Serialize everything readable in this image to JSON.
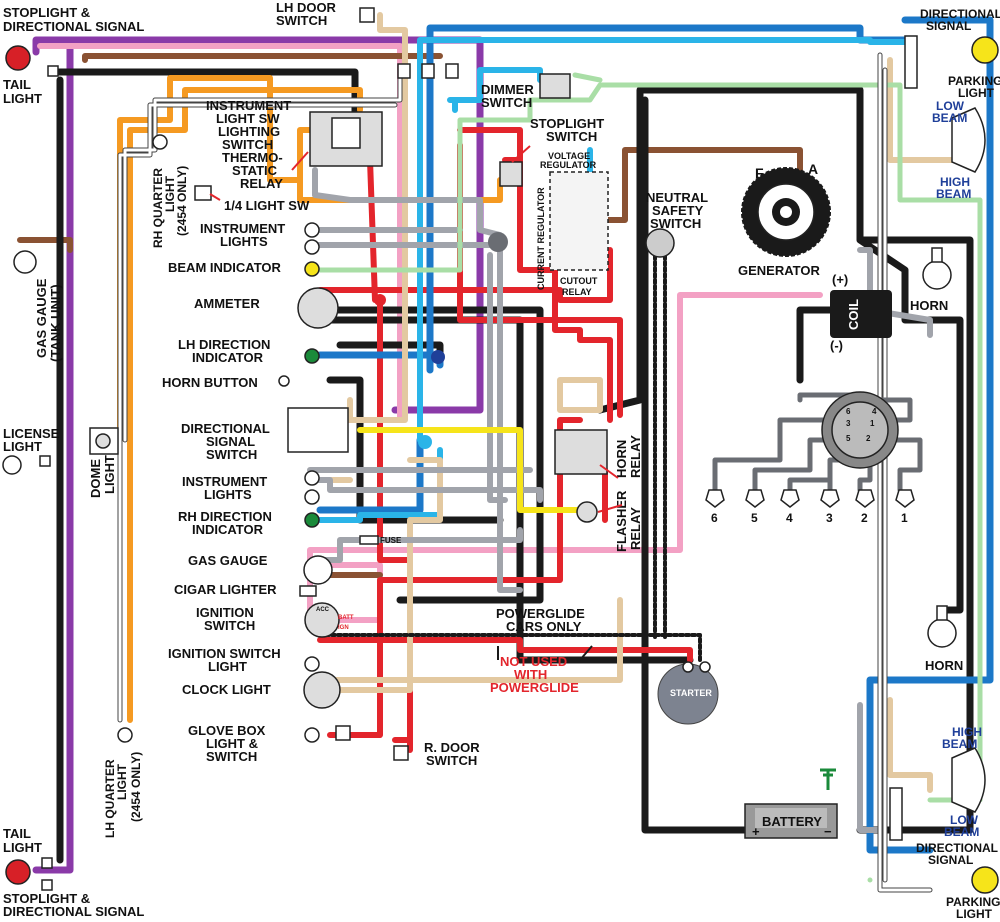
{
  "labels": {
    "stoplight_dir_top_left": [
      "STOPLIGHT &",
      "DIRECTIONAL SIGNAL"
    ],
    "tail_light_top": [
      "TAIL",
      "LIGHT"
    ],
    "lh_door_switch": [
      "LH DOOR",
      "SWITCH"
    ],
    "directional_signal_top_right": [
      "DIRECTIONAL",
      "SIGNAL"
    ],
    "parking_light_top": [
      "PARKING",
      "LIGHT"
    ],
    "low_beam_top": [
      "LOW",
      "BEAM"
    ],
    "high_beam_top": [
      "HIGH",
      "BEAM"
    ],
    "instrument_light_sw": "INSTRUMENT",
    "light_sw": "LIGHT SW",
    "lighting": "LIGHTING",
    "switch": "SWITCH",
    "thermo": "THERMO-",
    "static": "STATIC",
    "relay": "RELAY",
    "quarter_light_sw": "1/4 LIGHT SW",
    "rh_quarter_light": [
      "RH QUARTER",
      "LIGHT",
      "(2454 ONLY)"
    ],
    "dimmer_switch": [
      "DIMMER",
      "SWITCH"
    ],
    "stoplight_switch": [
      "STOPLIGHT",
      "SWITCH"
    ],
    "voltage_regulator": [
      "VOLTAGE",
      "REGULATOR"
    ],
    "current_regulator": "CURRENT REGULATOR",
    "cutout_relay": [
      "CUTOUT",
      "RELAY"
    ],
    "neutral_safety_switch": [
      "NEUTRAL",
      "SAFETY",
      "SWITCH"
    ],
    "generator": "GENERATOR",
    "gen_f": "F",
    "gen_a": "A",
    "horn_top": "HORN",
    "coil": "COIL",
    "coil_plus": "(+)",
    "coil_minus": "(-)",
    "gas_gauge_tank": [
      "GAS GAUGE",
      "(TANK UNIT)"
    ],
    "instrument_lights_1": [
      "INSTRUMENT",
      "LIGHTS"
    ],
    "beam_indicator": "BEAM INDICATOR",
    "ammeter": "AMMETER",
    "lh_direction_indicator": [
      "LH DIRECTION",
      "INDICATOR"
    ],
    "horn_button": "HORN BUTTON",
    "directional_signal_switch": [
      "DIRECTIONAL",
      "SIGNAL",
      "SWITCH"
    ],
    "instrument_lights_2": [
      "INSTRUMENT",
      "LIGHTS"
    ],
    "rh_direction_indicator": [
      "RH DIRECTION",
      "INDICATOR"
    ],
    "fuse": "FUSE",
    "gas_gauge": "GAS GAUGE",
    "cigar_lighter": "CIGAR LIGHTER",
    "ignition_switch": [
      "IGNITION",
      "SWITCH"
    ],
    "ign_acc": "ACC",
    "ign_batt": "BATT",
    "ign_ign": "IGN",
    "ignition_switch_light": [
      "IGNITION SWITCH",
      "LIGHT"
    ],
    "clock_light": "CLOCK LIGHT",
    "glove_box": [
      "GLOVE BOX",
      "LIGHT &",
      "SWITCH"
    ],
    "license_light": [
      "LICENSE",
      "LIGHT"
    ],
    "dome_light": [
      "DOME",
      "LIGHT"
    ],
    "lh_quarter_light": [
      "LH QUARTER",
      "LIGHT",
      "(2454 ONLY)"
    ],
    "tail_light_bottom": [
      "TAIL",
      "LIGHT"
    ],
    "stoplight_dir_bottom_left": [
      "STOPLIGHT &",
      "DIRECTIONAL SIGNAL"
    ],
    "r_door_switch": [
      "R. DOOR",
      "SWITCH"
    ],
    "horn_relay": [
      "HORN",
      "RELAY"
    ],
    "flasher_relay": [
      "FLASHER",
      "RELAY"
    ],
    "powerglide_cars_only": [
      "POWERGLIDE",
      "CARS ONLY"
    ],
    "not_used_with_powerglide": [
      "NOT USED",
      "WITH",
      "POWERGLIDE"
    ],
    "starter": "STARTER",
    "battery": "BATTERY",
    "batt_plus": "+",
    "batt_minus": "−",
    "horn_bottom": "HORN",
    "high_beam_bottom": [
      "HIGH",
      "BEAM"
    ],
    "low_beam_bottom": [
      "LOW",
      "BEAM"
    ],
    "directional_signal_bottom_right": [
      "DIRECTIONAL",
      "SIGNAL"
    ],
    "parking_light_bottom": [
      "PARKING",
      "LIGHT"
    ],
    "distributor_numbers": [
      "1",
      "2",
      "3",
      "4",
      "5",
      "6"
    ],
    "spark_plugs": [
      "6",
      "5",
      "4",
      "3",
      "2",
      "1"
    ]
  },
  "colors": {
    "black": "#1a1a1a",
    "red": "#e3252c",
    "purple": "#8a3aa8",
    "pink": "#f3a1c4",
    "orange": "#f59a22",
    "brown": "#8a5233",
    "blue": "#1c78c8",
    "light_blue": "#2ab4e8",
    "tan": "#e3c9a1",
    "gray": "#a1a4ab",
    "light_green": "#a9dea6",
    "yellow": "#f6e41a"
  }
}
